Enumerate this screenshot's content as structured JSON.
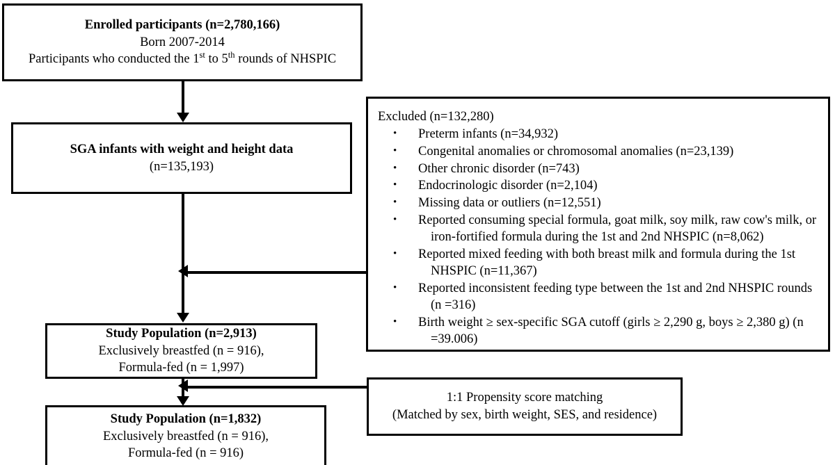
{
  "figure": {
    "type": "flowchart",
    "title": "Study participant selection flow diagram"
  },
  "boxes": {
    "enrolled": {
      "line1": "Enrolled participants (n=2,780,166)",
      "line2": "Born 2007-2014",
      "line3_a": "Participants who conducted the 1",
      "line3_sup1": "st",
      "line3_b": " to 5",
      "line3_sup2": "th",
      "line3_c": " rounds of NHSPIC"
    },
    "sga": {
      "line1": "SGA infants with weight and height data",
      "line2": "(n=135,193)"
    },
    "excluded": {
      "title": "Excluded (n=132,280)",
      "bullet_glyph": "•",
      "items": [
        "Preterm infants (n=34,932)",
        "Congenital anomalies or chromosomal anomalies (n=23,139)",
        "Other chronic disorder (n=743)",
        "Endocrinologic disorder (n=2,104)",
        "Missing data or outliers (n=12,551)",
        "Reported consuming special formula, goat milk, soy milk, raw cow's milk, or iron-fortified formula during the 1st and 2nd NHSPIC (n=8,062)",
        "Reported mixed feeding with both breast milk and formula during the 1st NHSPIC (n=11,367)",
        "Reported inconsistent feeding type between the 1st and 2nd NHSPIC rounds (n =316)",
        "Birth weight ≥ sex-specific SGA cutoff (girls ≥ 2,290 g, boys ≥ 2,380 g) (n =39.006)"
      ]
    },
    "study_population_1": {
      "line1": "Study Population (n=2,913)",
      "line2": "Exclusively breastfed (n = 916),",
      "line3": "Formula-fed (n = 1,997)"
    },
    "propensity_matching": {
      "line1": "1:1 Propensity score matching",
      "line2": "(Matched by sex, birth weight, SES, and residence)"
    },
    "study_population_2": {
      "line1": "Study Population (n=1,832)",
      "line2": "Exclusively breastfed (n = 916),",
      "line3": "Formula-fed (n = 916)"
    }
  },
  "colors": {
    "border": "#000000",
    "text": "#000000",
    "background": "#ffffff"
  }
}
